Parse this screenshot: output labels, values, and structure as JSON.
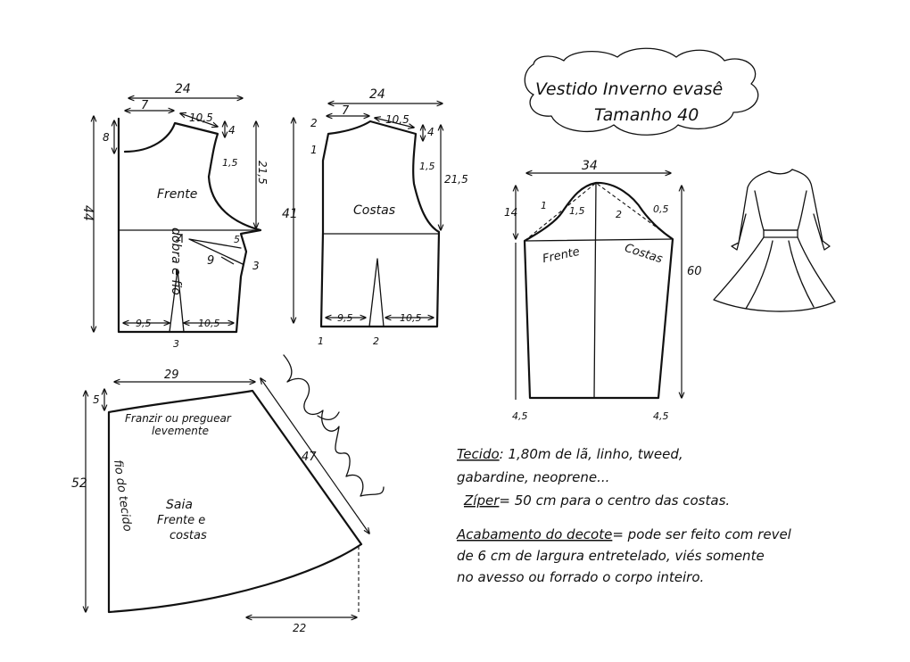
{
  "title": {
    "line1": "Vestido Inverno evasê",
    "line2": "Tamanho 40"
  },
  "front_bodice": {
    "name": "Frente",
    "fold_label": "dobra e fio",
    "width": "24",
    "neck_width": "7",
    "shoulder": "10,5",
    "neck_depth": "8",
    "shoulder_drop": "4",
    "armhole_depth": "21,5",
    "armhole_curve": "1,5",
    "total_length": "44",
    "dart_top": "2",
    "dart_side": "5",
    "dart_length": "9",
    "dart_width": "3",
    "waist_left": "9,5",
    "waist_right": "10,5",
    "waist_dart": "3"
  },
  "back_bodice": {
    "name": "Costas",
    "width": "24",
    "neck_width": "7",
    "shoulder": "10,5",
    "neck_depth": "2",
    "neck_side": "1",
    "shoulder_drop": "4",
    "armhole_depth": "21,5",
    "armhole_curve": "1,5",
    "total_length": "41",
    "waist_left": "9,5",
    "waist_right": "10,5",
    "hem_offset": "1",
    "waist_dart": "2"
  },
  "sleeve": {
    "width": "34",
    "cap_height": "14",
    "front_label": "Frente",
    "back_label": "Costas",
    "curve_a": "1",
    "curve_b": "1,5",
    "curve_c": "2",
    "curve_d": "0,5",
    "length": "60",
    "cuff_left": "4,5",
    "cuff_right": "4,5"
  },
  "skirt": {
    "name_line1": "Saia",
    "name_line2": "Frente e",
    "name_line3": "costas",
    "gather_line1": "Franzir ou preguear",
    "gather_line2": "levemente",
    "grain_label": "fio do tecido",
    "top_width": "29",
    "top_drop": "5",
    "length": "52",
    "side": "47",
    "hem_extra": "22"
  },
  "notes": {
    "fabric_label": "Tecido",
    "fabric_text": ": 1,80m de lã, linho, tweed,",
    "fabric_text2": "gabardine, neoprene...",
    "zipper_label": "Zíper",
    "zipper_text": "= 50 cm para o centro das costas.",
    "finish_label": "Acabamento do decote",
    "finish_text1": "= pode ser feito com revel",
    "finish_text2": "de 6 cm de largura entretelado, viés somente",
    "finish_text3": "no avesso ou forrado o corpo inteiro."
  }
}
